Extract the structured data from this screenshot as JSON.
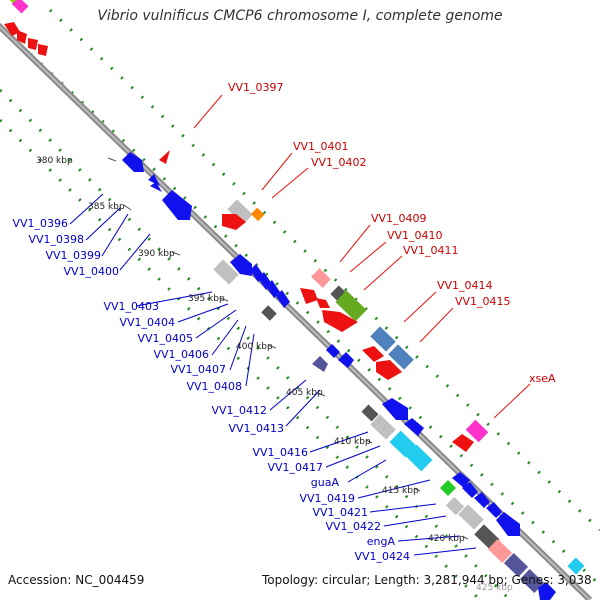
{
  "title": "Vibrio vulnificus CMCP6 chromosome I, complete genome",
  "footer": {
    "accession_label": "Accession:",
    "accession": "NC_004459",
    "topology_label": "Topology:",
    "topology": "circular",
    "length_label": "Length:",
    "length": "3,281,944 bp",
    "genes_label": "Genes:",
    "genes": "3,038"
  },
  "colors": {
    "backbone": "#8a8a8a",
    "track_dots": "#228b22",
    "forward_label": "#cc0000",
    "reverse_label": "#0000cc",
    "scale_label": "#222222"
  },
  "scale_labels": [
    "380 kbp",
    "385 kbp",
    "390 kbp",
    "395 kbp",
    "400 kbp",
    "405 kbp",
    "410 kbp",
    "415 kbp",
    "420 kbp",
    "425 kbp"
  ],
  "forward_gene_labels": [
    "VV1_0397",
    "VV1_0401",
    "VV1_0402",
    "VV1_0409",
    "VV1_0410",
    "VV1_0411",
    "VV1_0414",
    "VV1_0415",
    "xseA"
  ],
  "reverse_gene_labels": [
    "VV1_0396",
    "VV1_0398",
    "VV1_0399",
    "VV1_0400",
    "VV1_0403",
    "VV1_0404",
    "VV1_0405",
    "VV1_0406",
    "VV1_0407",
    "VV1_0408",
    "VV1_0412",
    "VV1_0413",
    "VV1_0416",
    "VV1_0417",
    "guaA",
    "VV1_0419",
    "VV1_0421",
    "VV1_0422",
    "engA",
    "VV1_0424"
  ]
}
